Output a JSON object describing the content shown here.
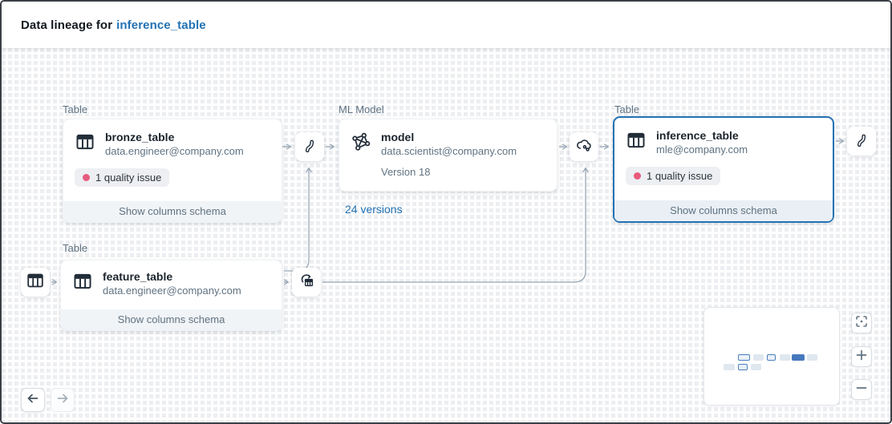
{
  "header": {
    "title_prefix": "Data lineage for",
    "entity_name": "inference_table"
  },
  "graph": {
    "nodes": {
      "bronze": {
        "type_label": "Table",
        "name": "bronze_table",
        "owner": "data.engineer@company.com",
        "quality_badge": "1 quality issue",
        "footer_action": "Show columns schema"
      },
      "model": {
        "type_label": "ML Model",
        "name": "model",
        "owner": "data.scientist@company.com",
        "version_label": "Version 18",
        "versions_link": "24 versions"
      },
      "inference": {
        "type_label": "Table",
        "name": "inference_table",
        "owner": "mle@company.com",
        "quality_badge": "1 quality issue",
        "footer_action": "Show columns schema",
        "selected": true
      },
      "feature": {
        "type_label": "Table",
        "name": "feature_table",
        "owner": "data.engineer@company.com",
        "footer_action": "Show columns schema"
      }
    },
    "icon_nodes": [
      "source-table",
      "pipeline-left",
      "feature-store",
      "model-serving",
      "pipeline-right"
    ]
  },
  "icons": {
    "table": "table-grid-icon",
    "model": "ml-model-graph-icon",
    "serving": "model-serving-cloud-icon",
    "feature_store": "feature-store-cloud-table-icon",
    "pipeline": "pipeline-s-curve-icon",
    "fit": "fit-to-screen-icon",
    "zoom_in": "plus-icon",
    "zoom_out": "minus-icon",
    "back": "arrow-left-icon",
    "forward": "arrow-right-icon"
  },
  "colors": {
    "accent_blue": "#2272b4",
    "selected_border": "#2272b4",
    "quality_dot": "#e75b7e",
    "badge_bg": "#edeff2",
    "edge_line": "#9aa8b6",
    "text_secondary": "#5f7281",
    "text_primary": "#1b242d"
  }
}
